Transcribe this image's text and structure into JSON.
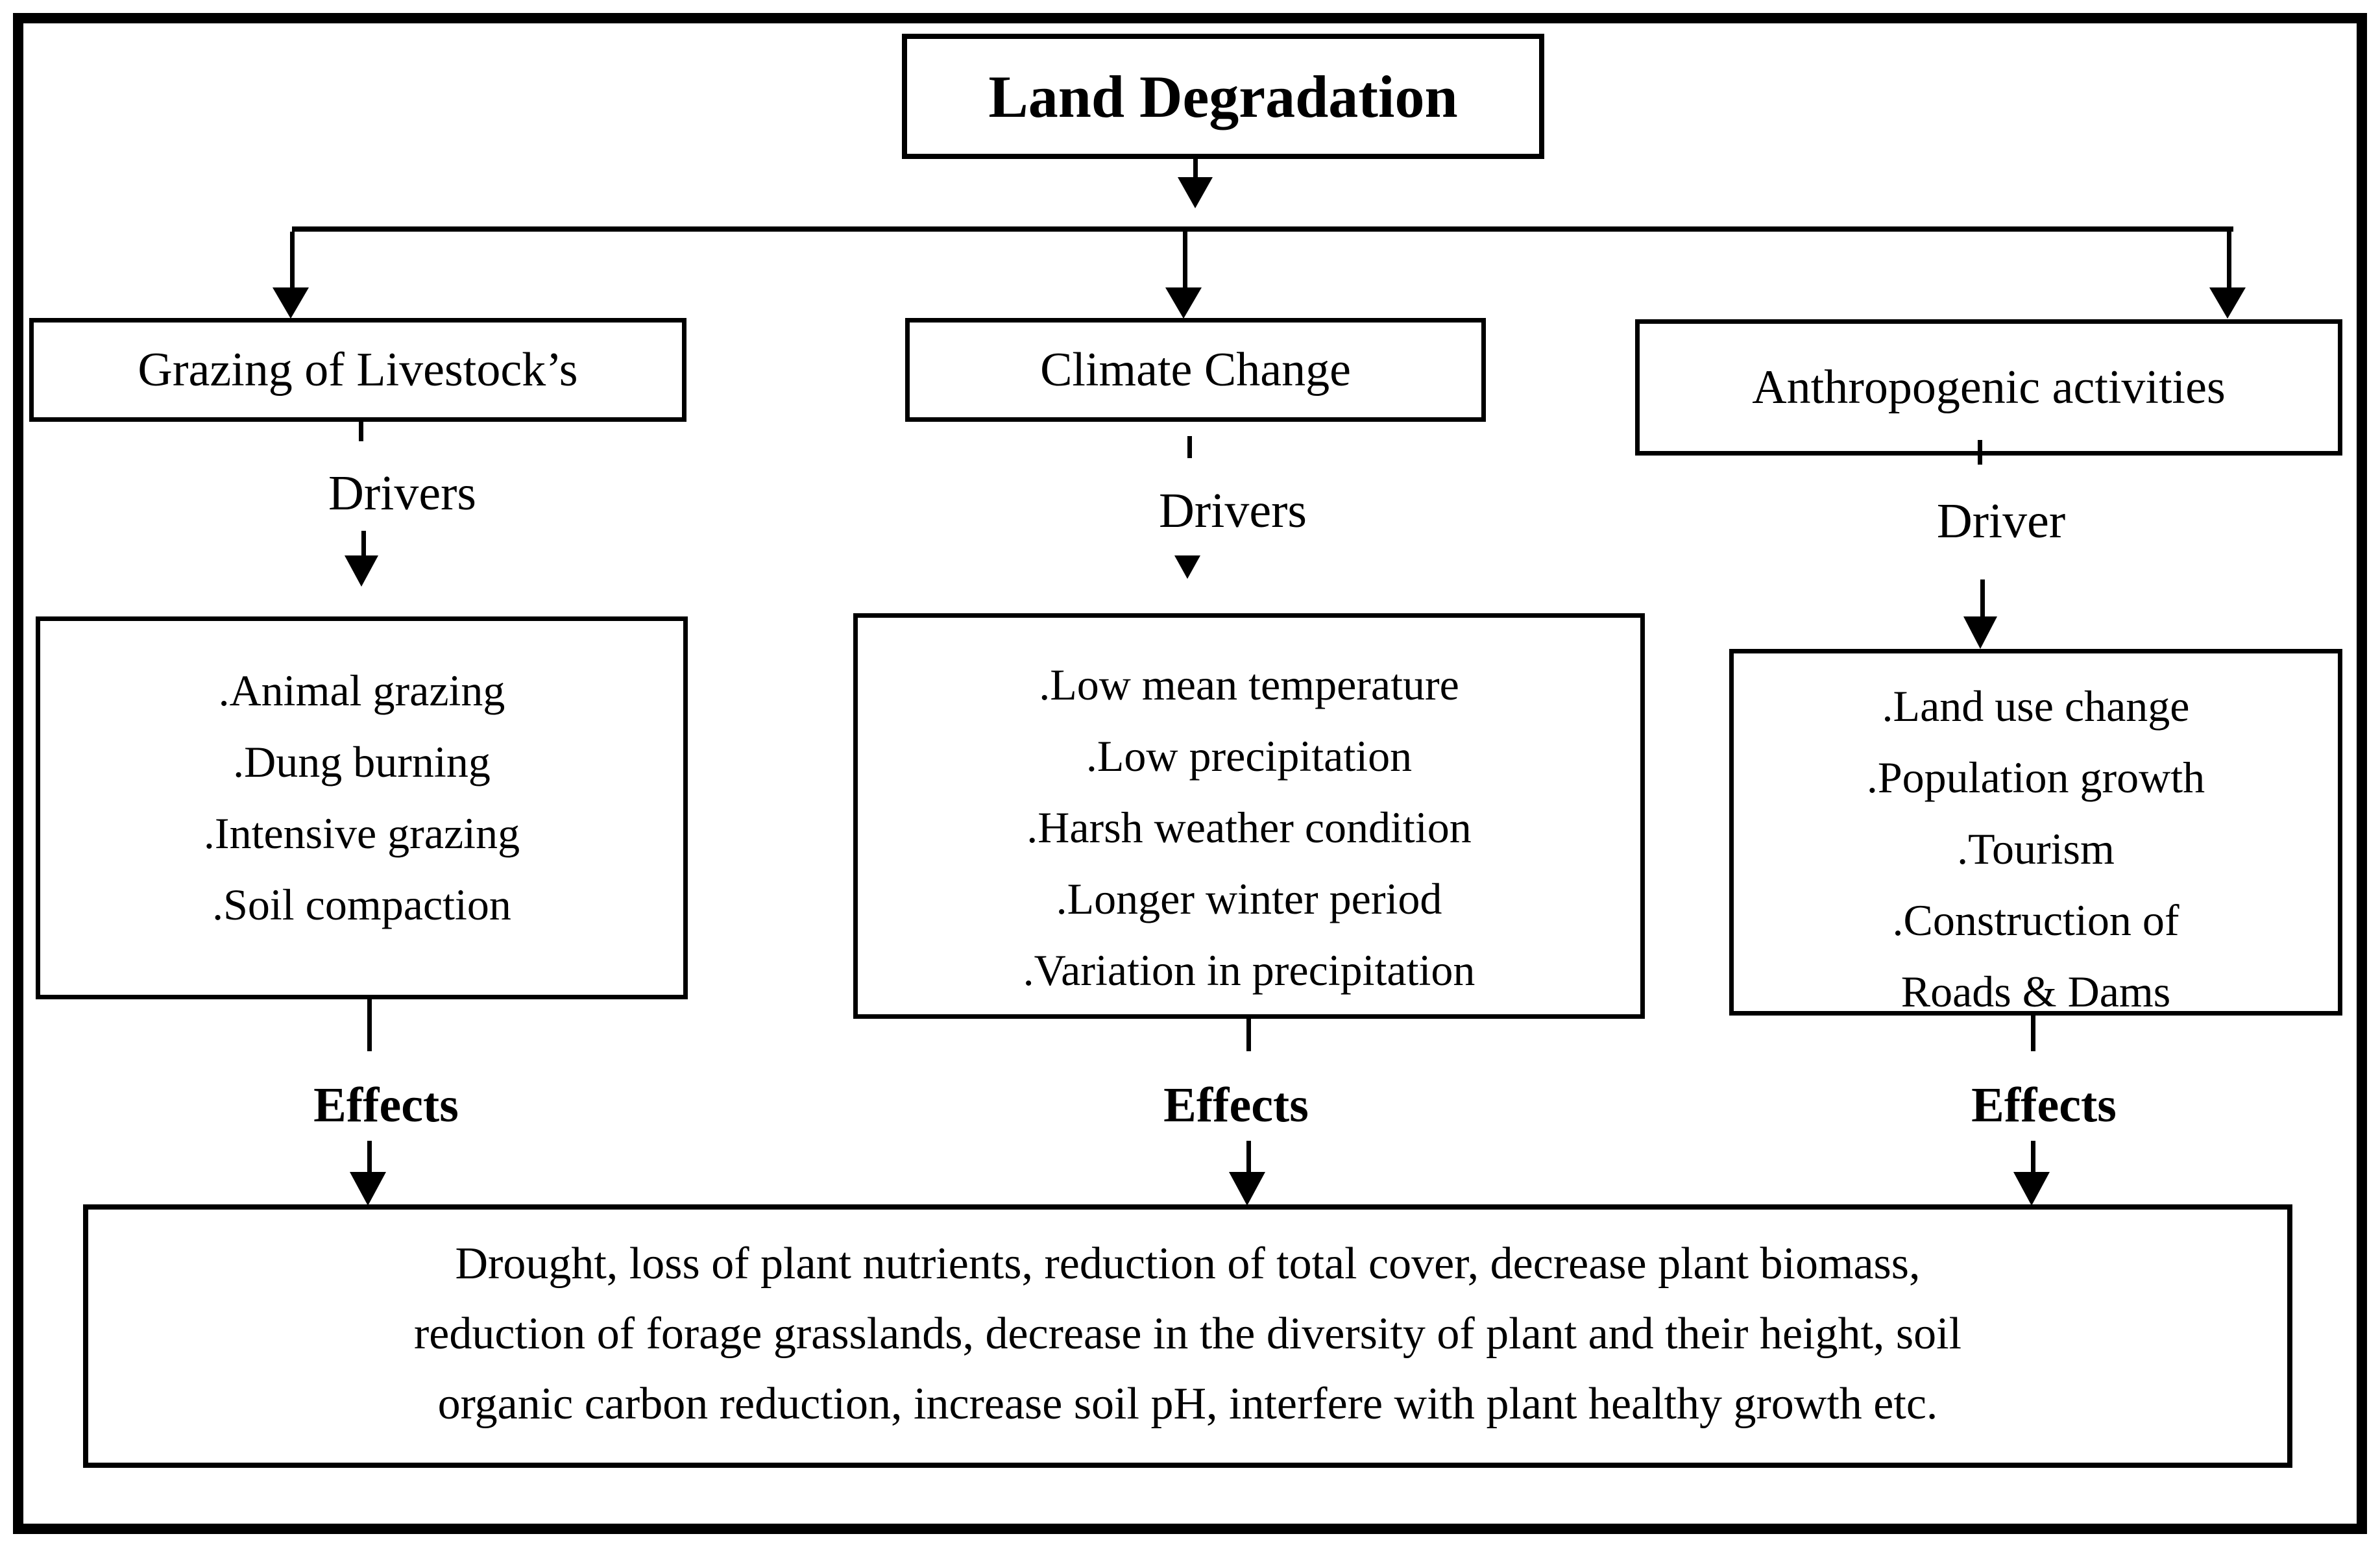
{
  "colors": {
    "ink": "#000000",
    "paper": "#ffffff"
  },
  "diagram": {
    "title": "Land Degradation",
    "columns": [
      {
        "header": "Grazing of Livestock’s",
        "driver_label": "Drivers",
        "drivers_lines": [
          ".Animal grazing",
          ".Dung burning",
          ".Intensive grazing",
          ".Soil compaction"
        ],
        "effects_label": "Effects"
      },
      {
        "header": "Climate Change",
        "driver_label": "Drivers",
        "drivers_lines": [
          ".Low mean temperature",
          ".Low precipitation",
          ".Harsh weather condition",
          ".Longer winter period",
          ".Variation in precipitation"
        ],
        "effects_label": "Effects"
      },
      {
        "header": "Anthropogenic activities",
        "driver_label": "Driver",
        "drivers_lines": [
          ".Land use change",
          ".Population growth",
          ".Tourism",
          ".Construction of",
          "Roads & Dams"
        ],
        "effects_label": "Effects"
      }
    ],
    "outcome_lines": [
      "Drought, loss of plant nutrients, reduction of total cover, decrease plant biomass,",
      "reduction of forage grasslands, decrease in the diversity of plant and their height, soil",
      "organic carbon reduction, increase soil pH, interfere with plant healthy growth etc."
    ]
  }
}
